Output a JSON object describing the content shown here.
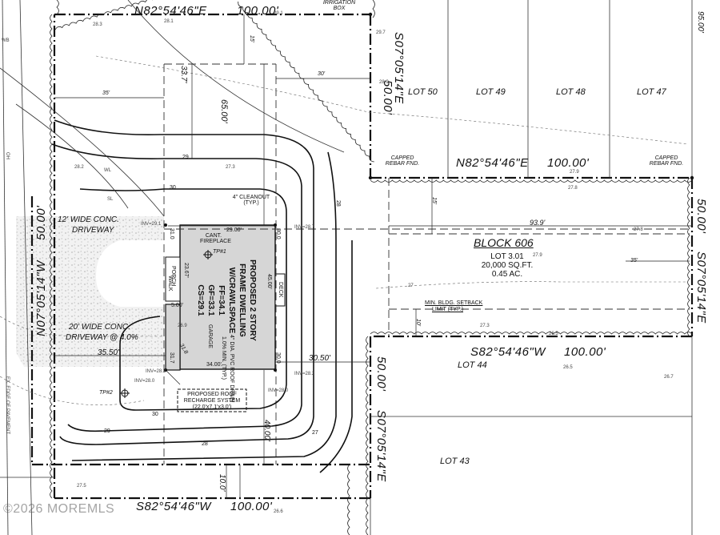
{
  "bearings": {
    "north_lot301": "N82°54'46\"E",
    "north_lot301_dist": "100.00'",
    "east_lot301": "S07°05'14\"E",
    "east_lot301_dist": "50.00'",
    "north_block": "N82°54'46\"E",
    "north_block_dist": "100.00'",
    "east_block": "S07°05'14\"E",
    "east_block_dist": "50.00'",
    "south_block": "S82°54'46\"W",
    "south_block_dist": "100.00'",
    "mid_east": "S07°05'14\"E",
    "mid_east_dist": "50.00'",
    "south_lot": "S82°54'46\"W",
    "south_lot_dist": "100.00'",
    "west_lot": "N07°05'14\"W",
    "west_lot_dist": "50.00'",
    "top_right_dist": "95.00'"
  },
  "lots": [
    "LOT 50",
    "LOT 49",
    "LOT 48",
    "LOT 47",
    "LOT 44",
    "LOT 43"
  ],
  "block": {
    "title": "BLOCK 606",
    "lot": "LOT 3.01",
    "area_sf": "20,000 SQ.FT.",
    "area_ac": "0.45 AC."
  },
  "dwelling": {
    "line1": "PROPOSED 2 STORY",
    "line2": "FRAME DWELLING",
    "line3": "W/CRAWLSPACE",
    "ff": "FF=34.1",
    "gf": "GF=33.1",
    "cs": "CS=29.1",
    "porch": "PORCH",
    "walk": "WALK",
    "garage": "GARAGE",
    "deck": "DECK",
    "fireplace": "CANT. FIREPLACE",
    "tp1": "TP#1",
    "tp2": "TP#2"
  },
  "dimensions": {
    "front_setback": "33.7'",
    "rear_setback": "65.00'",
    "d15a": "15'",
    "d15b": "15'",
    "d30": "30'",
    "d35a": "35'",
    "d35b": "35'",
    "d93": "93.9'",
    "d10a": "10'",
    "d10b": "10.0'",
    "w29": "29.00'",
    "w34": "34.00'",
    "h31a": "31.0",
    "h31b": "31.7",
    "h30a": "30.0",
    "h30b": "30.0",
    "d2367": "23.67'",
    "d500": "5.00'",
    "d4500": "45.00'",
    "d3550": "35.50'",
    "d3050": "30.50'",
    "d4000": "40.00'",
    "d318": "31.8",
    "d269": "26.9"
  },
  "labels": {
    "irrigation": "IRRIGATION BOX",
    "capped1": "CAPPED REBAR FND.",
    "capped2": "CAPPED REBAR FND.",
    "cleanout": "4\" CLEANOUT (TYP.)",
    "drain": "4\" DIA. PVC ROOF DRAIN",
    "drain_slope": "1.0% MIN. (TYP.)",
    "recharge1": "PROPOSED ROOF",
    "recharge2": "RECHARGE SYSTEM",
    "recharge3": "(22.0'x7.1'x3.0')",
    "setback1": "MIN. BLDG. SETBACK",
    "setback2": "LIMIT (TYP.)",
    "drive1_a": "12' WIDE CONC.",
    "drive1_b": "DRIVEWAY",
    "drive2_a": "20' WIDE CONC.",
    "drive2_b": "DRIVEWAY @ 4.0%",
    "edge": "EX. EDGE OF PAVEMENT",
    "inv291": "INV=29.1",
    "inv287": "INV=28.7",
    "inv282a": "INV=28.2",
    "inv282b": "INV=28.2",
    "inv280a": "INV=28.0",
    "inv280b": "INV=28.0",
    "contour28": "28",
    "contour29": "29",
    "contour30": "30",
    "contour27": "27",
    "c29b": "29",
    "c30b": "30",
    "c28b": "28",
    "c27b": "27",
    "wb": "WB",
    "sl": "SL",
    "wl": "WL",
    "oh": "OH"
  },
  "spots": [
    "28.3",
    "28.1",
    "29.7",
    "28.2",
    "27.3",
    "28.9",
    "27.9",
    "27.8",
    "27.9",
    "27.8",
    "27.3",
    "26.5",
    "26.7",
    "26.5",
    "27.5",
    "26.6",
    "29.1"
  ],
  "watermark": "©2026 MOREMLS"
}
